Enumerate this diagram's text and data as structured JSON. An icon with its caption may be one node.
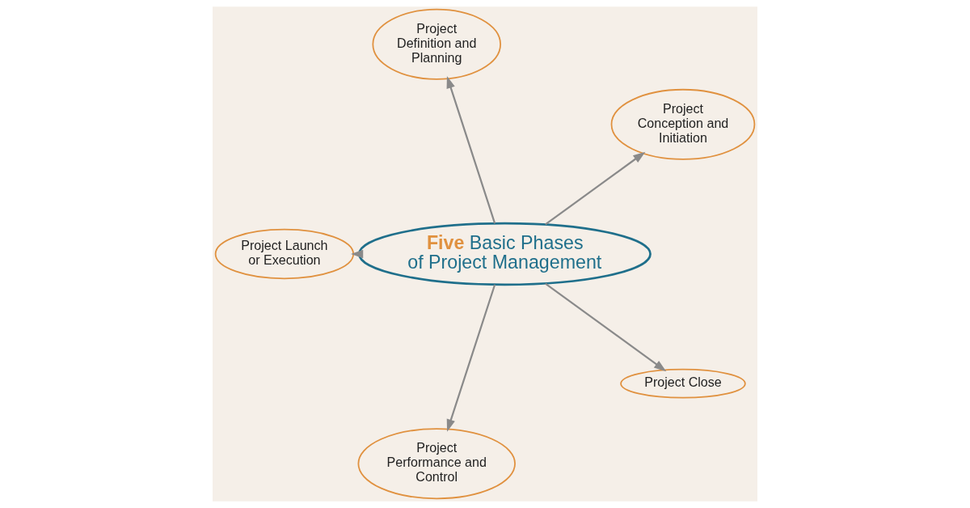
{
  "diagram": {
    "nodes": [
      {
        "text": [
          "Five Basic Phases of Project Management"
        ]
      },
      {
        "text": [
          "Project Conception and Initiation"
        ]
      },
      {
        "text": [
          "Project Definition and Planning"
        ]
      },
      {
        "text": [
          "Project Launch or Execution"
        ]
      },
      {
        "text": [
          "Project Performance and Control"
        ]
      },
      {
        "text": [
          "Project Close"
        ]
      }
    ],
    "edges": [
      {
        "from": 0,
        "to": 1,
        "arrow": "to"
      },
      {
        "from": 0,
        "to": 2,
        "arrow": "to"
      },
      {
        "from": 0,
        "to": 3,
        "arrow": "to"
      },
      {
        "from": 0,
        "to": 4,
        "arrow": "to"
      },
      {
        "from": 0,
        "to": 5,
        "arrow": "to"
      }
    ]
  }
}
